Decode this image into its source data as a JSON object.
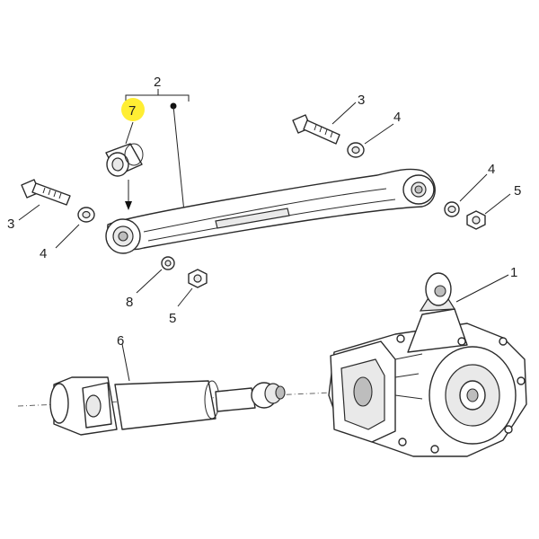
{
  "callouts": {
    "c1": "1",
    "c2": "2",
    "c3a": "3",
    "c3b": "3",
    "c4a": "4",
    "c4b": "4",
    "c4c": "4",
    "c5a": "5",
    "c5b": "5",
    "c6": "6",
    "c7": "7",
    "c8": "8"
  },
  "colors": {
    "highlight": "#ffee33",
    "line": "#2b2b2b"
  }
}
